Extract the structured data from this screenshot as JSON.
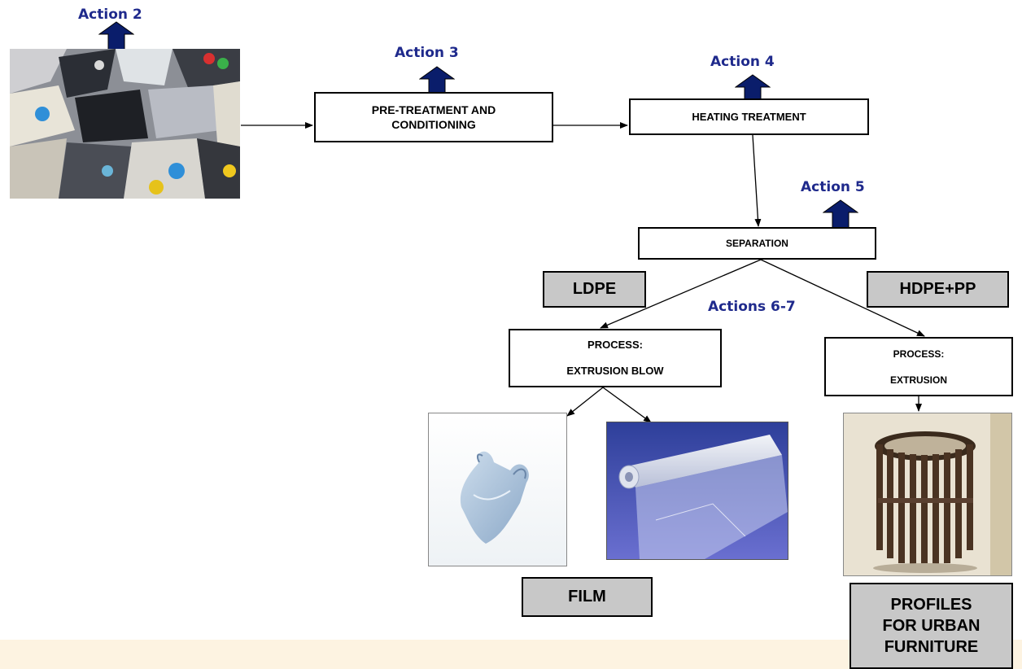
{
  "actions": {
    "a2": "Action 2",
    "a3": "Action 3",
    "a4": "Action 4",
    "a5": "Action 5",
    "a67": "Actions 6-7"
  },
  "boxes": {
    "pretreatment": [
      "PRE-TREATMENT AND",
      "CONDITIONING"
    ],
    "heating": "HEATING TREATMENT",
    "separation": "SEPARATION",
    "process_left": [
      "PROCESS:",
      "EXTRUSION BLOW"
    ],
    "process_right": [
      "PROCESS:",
      "EXTRUSION"
    ]
  },
  "labels": {
    "ldpe": "LDPE",
    "hdpe_pp": "HDPE+PP",
    "film": "FILM",
    "profiles": [
      "PROFILES",
      "FOR URBAN",
      "FURNITURE"
    ]
  },
  "colors": {
    "action_text": "#1f2a8c",
    "arrow_fill": "#0a1d6b",
    "label_bg": "#c8c8c8",
    "footer_band": "#fdf3e1"
  }
}
